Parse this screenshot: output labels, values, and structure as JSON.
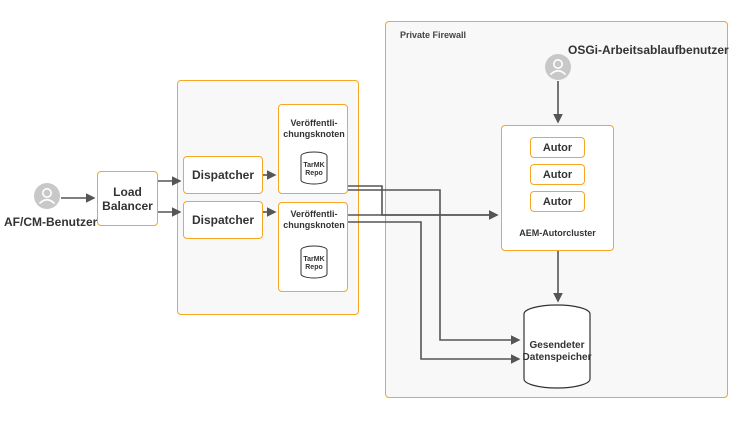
{
  "firewall": {
    "title": "Private Firewall"
  },
  "users": {
    "external": {
      "label": "AF/CM-Benutzer",
      "icon": "user-icon"
    },
    "workflow": {
      "label": "OSGi-Arbeitsablaufbenutzer",
      "icon": "user-icon"
    }
  },
  "load_balancer": {
    "label": "Load Balancer"
  },
  "dispatchers": [
    {
      "label": "Dispatcher"
    },
    {
      "label": "Dispatcher"
    }
  ],
  "publish_nodes": [
    {
      "label": "Veröffentli-chungsknoten",
      "repo": "TarMK Repo"
    },
    {
      "label": "Veröffentli-chungsknoten",
      "repo": "TarMK Repo"
    }
  ],
  "author_cluster": {
    "label": "AEM-Autorcluster",
    "authors": [
      {
        "label": "Autor"
      },
      {
        "label": "Autor"
      },
      {
        "label": "Autor"
      }
    ]
  },
  "datastore": {
    "label": "Gesendeter Datenspeicher"
  },
  "colors": {
    "accent": "#f5a623",
    "line": "#555555",
    "icon": "#c8c8c8",
    "firewall_bg": "#f8f8f8"
  }
}
